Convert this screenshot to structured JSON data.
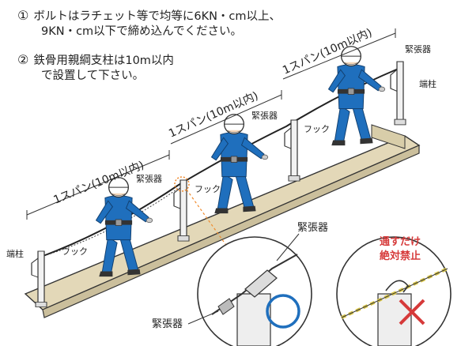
{
  "notes": [
    {
      "num": "①",
      "line1": "ボルトはラチェット等で均等に6KN・cm以上、",
      "line2": "9KN・cm以下で締め込んでください。"
    },
    {
      "num": "②",
      "line1": "鉄骨用親綱支柱は10m以内",
      "line2": "で設置して下さい。"
    }
  ],
  "labels": {
    "span": "1スパン(10m以内)",
    "tensioner": "緊張器",
    "hook": "フック",
    "end_post": "端柱",
    "prohibited_line1": "通すだけ",
    "prohibited_line2": "絶対禁止"
  },
  "colors": {
    "worker_suit": "#1f6fbd",
    "beam": "#e3d8b8",
    "correct_mark": "#1f6fbd",
    "prohibited_mark": "#d63a3a",
    "highlight": "#f08a2c"
  }
}
